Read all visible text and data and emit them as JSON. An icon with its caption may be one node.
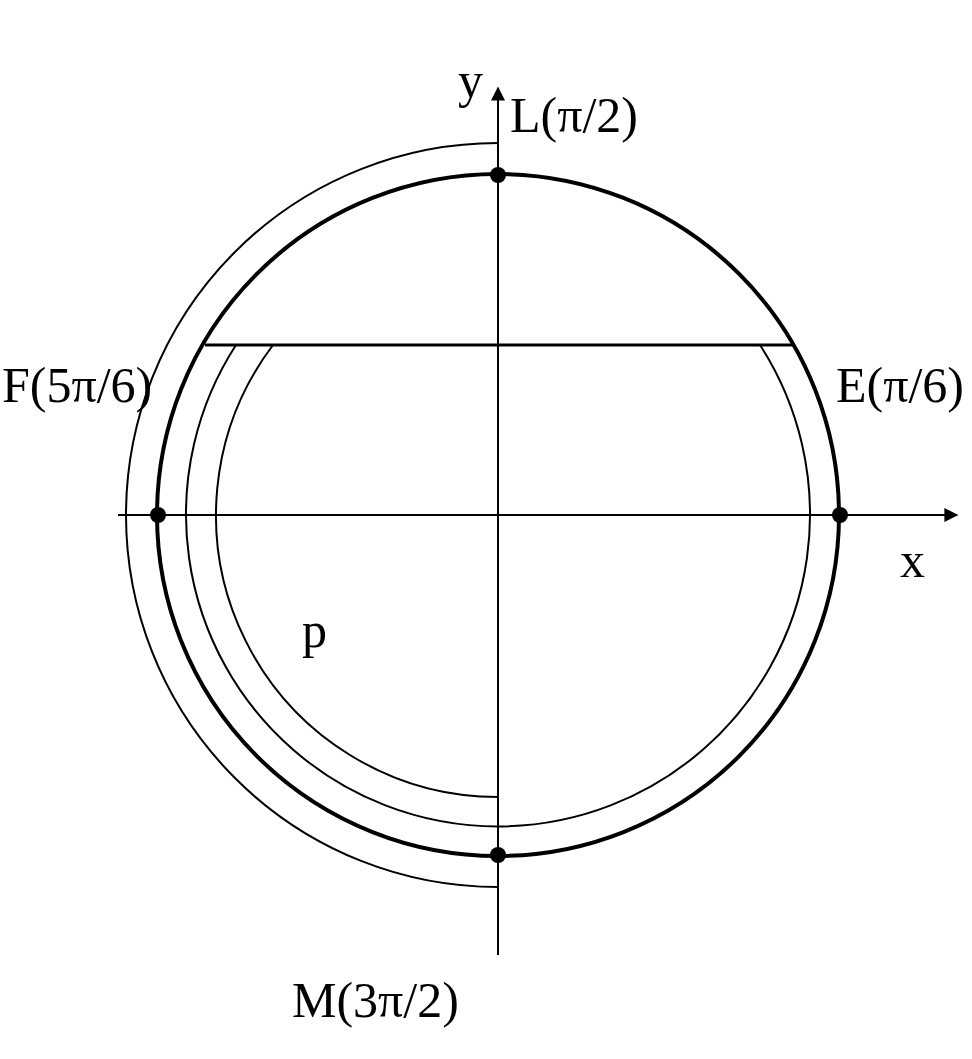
{
  "diagram": {
    "labels": [
      "y",
      "L(π/2)",
      "F(5π/6)",
      "E(π/6)",
      "x",
      "p",
      "M(3π/2)"
    ]
  }
}
